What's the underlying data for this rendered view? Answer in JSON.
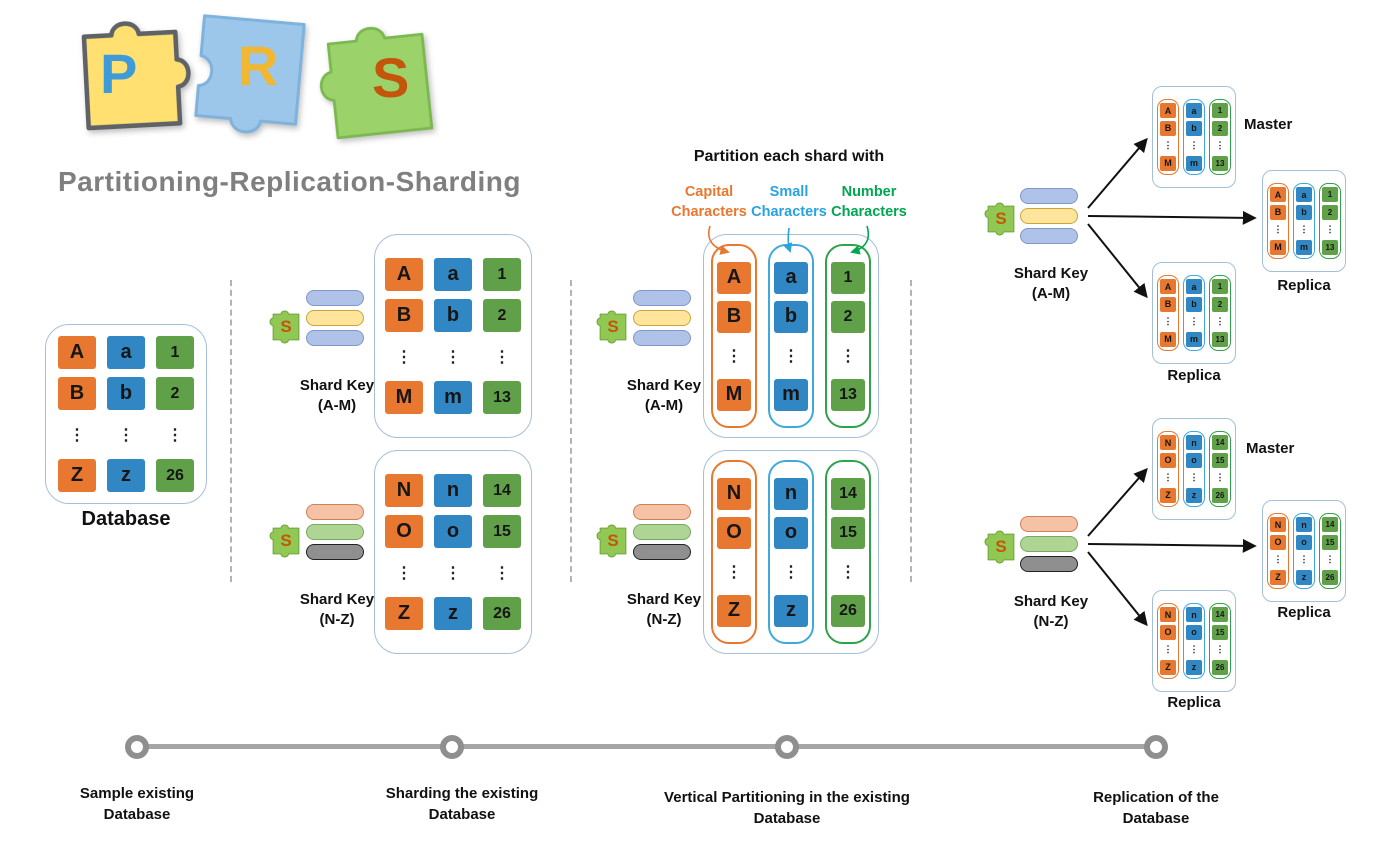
{
  "colors": {
    "capital": "#E8772F",
    "small": "#3187C4",
    "number": "#5FA049",
    "outline-orange": "#E8772F",
    "outline-blue": "#3FA9DC",
    "outline-green": "#2FA24B",
    "label-orange": "#E8772F",
    "label-blue": "#29A3E0",
    "label-green": "#00A650",
    "letter-p": "#3F9BD8",
    "letter-r": "#EFB732",
    "letter-s": "#C4560B",
    "title-gray": "#7F7F7F",
    "timeline-gray": "#A6A6A6"
  },
  "logo": {
    "letters": {
      "p": "P",
      "r": "R",
      "s": "S"
    },
    "title": "Partitioning-Replication-Sharding"
  },
  "icons": {
    "shard_s": "S"
  },
  "database": {
    "label": "Database",
    "rows": [
      [
        "A",
        "a",
        "1"
      ],
      [
        "B",
        "b",
        "2"
      ],
      [
        "⋮",
        "⋮",
        "⋮"
      ],
      [
        "Z",
        "z",
        "26"
      ]
    ]
  },
  "shard_am": {
    "key_label": "Shard Key\n(A-M)",
    "rows": [
      [
        "A",
        "a",
        "1"
      ],
      [
        "B",
        "b",
        "2"
      ],
      [
        "⋮",
        "⋮",
        "⋮"
      ],
      [
        "M",
        "m",
        "13"
      ]
    ],
    "cols": {
      "capital": [
        "A",
        "B",
        "⋮",
        "M"
      ],
      "small": [
        "a",
        "b",
        "⋮",
        "m"
      ],
      "number": [
        "1",
        "2",
        "⋮",
        "13"
      ]
    }
  },
  "shard_nz": {
    "key_label": "Shard Key\n(N-Z)",
    "rows": [
      [
        "N",
        "n",
        "14"
      ],
      [
        "O",
        "o",
        "15"
      ],
      [
        "⋮",
        "⋮",
        "⋮"
      ],
      [
        "Z",
        "z",
        "26"
      ]
    ],
    "cols": {
      "capital": [
        "N",
        "O",
        "⋮",
        "Z"
      ],
      "small": [
        "n",
        "o",
        "⋮",
        "z"
      ],
      "number": [
        "14",
        "15",
        "⋮",
        "26"
      ]
    }
  },
  "partitioning": {
    "header": "Partition each shard with",
    "labels": [
      {
        "text": "Capital\nCharacters"
      },
      {
        "text": "Small\nCharacters"
      },
      {
        "text": "Number\nCharacters"
      }
    ]
  },
  "replication": {
    "master": "Master",
    "replica": "Replica"
  },
  "timeline": {
    "steps": [
      "Sample existing\nDatabase",
      "Sharding the existing\nDatabase",
      "Vertical Partitioning in the existing\nDatabase",
      "Replication of the\nDatabase"
    ]
  }
}
